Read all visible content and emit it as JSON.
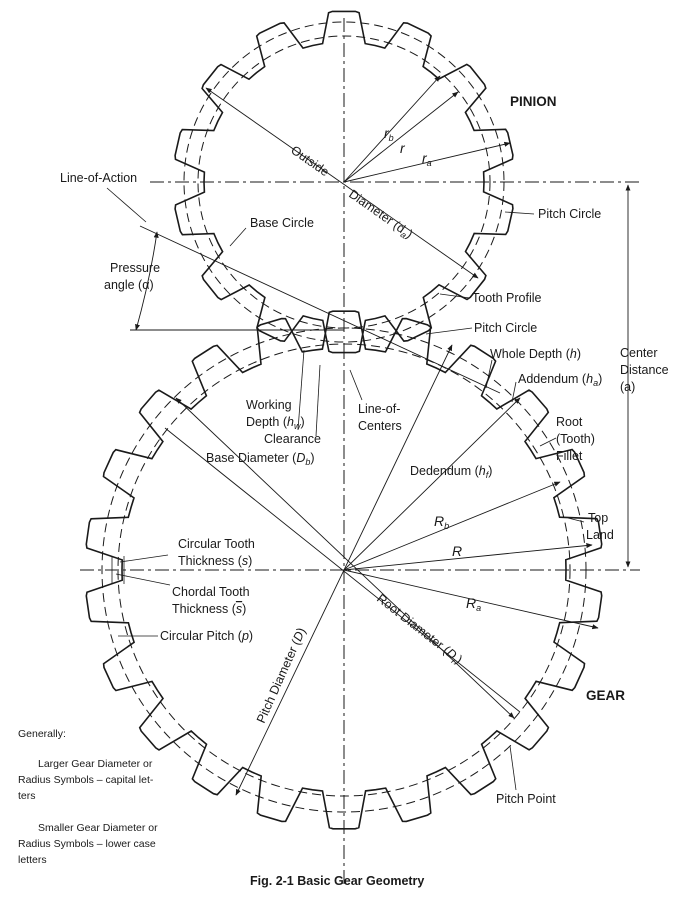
{
  "figure": {
    "caption": "Fig. 2-1  Basic Gear Geometry",
    "pinion_label": "PINION",
    "gear_label": "GEAR"
  },
  "pinion_labels": {
    "rb": "r",
    "rb_sub": "b",
    "r": "r",
    "ra": "r",
    "ra_sub": "a",
    "outside_diameter_a": "Outside",
    "outside_diameter_b": "Diameter (d",
    "outside_diameter_sub": "a",
    "outside_diameter_close": ")",
    "pitch_circle": "Pitch Circle",
    "base_circle": "Base Circle",
    "tooth_profile": "Tooth Profile",
    "line_of_action": "Line-of-Action",
    "pressure_angle_1": "Pressure",
    "pressure_angle_2": "angle (α)"
  },
  "center_labels": {
    "pitch_circle": "Pitch Circle",
    "whole_depth": "Whole Depth (",
    "whole_depth_sym": "h",
    "whole_depth_close": ")",
    "addendum": "Addendum (",
    "addendum_sym": "h",
    "addendum_sub": "a",
    "addendum_close": ")",
    "center_distance_1": "Center",
    "center_distance_2": "Distance",
    "center_distance_3": "(a)",
    "working_depth_1": "Working",
    "working_depth_2": "Depth (",
    "working_depth_sym": "h",
    "working_depth_sub": "w",
    "working_depth_close": ")",
    "clearance": "Clearance",
    "line_of_centers_1": "Line-of-",
    "line_of_centers_2": "Centers",
    "root_fillet_1": "Root",
    "root_fillet_2": "(Tooth)",
    "root_fillet_3": "Fillet"
  },
  "gear_labels": {
    "base_diameter": "Base Diameter (",
    "base_diameter_sym": "D",
    "base_diameter_sub": "b",
    "base_diameter_close": ")",
    "dedendum": "Dedendum (",
    "dedendum_sym": "h",
    "dedendum_sub": "f",
    "dedendum_close": ")",
    "Rb": "R",
    "Rb_sub": "b",
    "R": "R",
    "Ra": "R",
    "Ra_sub": "a",
    "top_land_1": "Top",
    "top_land_2": "Land",
    "circular_tooth_1": "Circular Tooth",
    "circular_tooth_2": "Thickness (",
    "circular_tooth_sym": "s",
    "circular_tooth_close": ")",
    "chordal_tooth_1": "Chordal Tooth",
    "chordal_tooth_2": "Thickness (",
    "chordal_tooth_sym": "s",
    "chordal_tooth_close": ")",
    "circular_pitch": "Circular Pitch (",
    "circular_pitch_sym": "p",
    "circular_pitch_close": ")",
    "pitch_diameter": "Pitch Diameter (",
    "pitch_diameter_sym": "D",
    "pitch_diameter_close": ")",
    "root_diameter": "Root Diameter (",
    "root_diameter_sym": "D",
    "root_diameter_sub": "r",
    "root_diameter_close": ")",
    "pitch_point": "Pitch Point"
  },
  "notes": {
    "generally": "Generally:",
    "larger_1": "Larger Gear Diameter or",
    "larger_2": "Radius Symbols – capital let-",
    "larger_3": "ters",
    "smaller_1": "Smaller Gear Diameter or",
    "smaller_2": "Radius Symbols – lower case",
    "smaller_3": "letters"
  }
}
